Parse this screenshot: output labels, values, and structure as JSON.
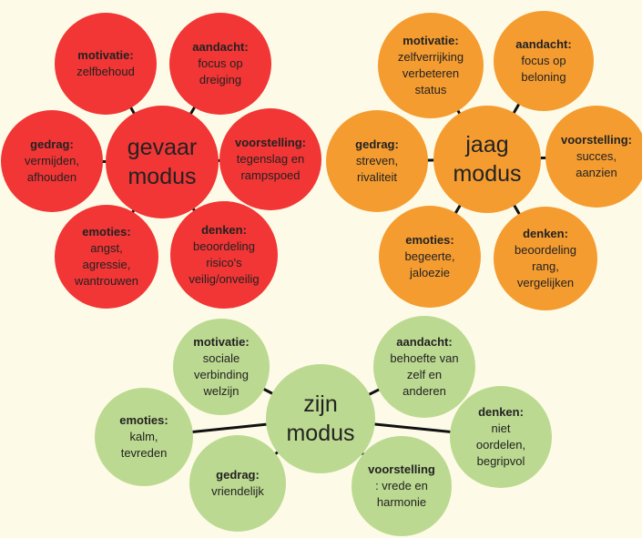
{
  "colors": {
    "background": "#fdfbe7",
    "gevaar": "#f23535",
    "jaag": "#f59c30",
    "zijn": "#bcd991",
    "line": "#111111"
  },
  "gevaar": {
    "center": "gevaar\nmodus",
    "motivatie": {
      "label": "motivatie:",
      "text": "zelfbehoud"
    },
    "aandacht": {
      "label": "aandacht:",
      "text": "focus op\ndreiging"
    },
    "voorstelling": {
      "label": "voorstelling:",
      "text": "tegenslag en\nrampspoed"
    },
    "denken": {
      "label": "denken:",
      "text": "beoordeling\nrisico's\nveilig/onveilig"
    },
    "emoties": {
      "label": "emoties:",
      "text": "angst,\nagressie,\nwantrouwen"
    },
    "gedrag": {
      "label": "gedrag:",
      "text": "vermijden,\nafhouden"
    }
  },
  "jaag": {
    "center": "jaag\nmodus",
    "motivatie": {
      "label": "motivatie:",
      "text": "zelfverrijking\nverbeteren\nstatus"
    },
    "aandacht": {
      "label": "aandacht:",
      "text": "focus op\nbeloning"
    },
    "voorstelling": {
      "label": "voorstelling:",
      "text": "succes,\naanzien"
    },
    "denken": {
      "label": "denken:",
      "text": "beoordeling\nrang,\nvergelijken"
    },
    "emoties": {
      "label": "emoties:",
      "text": "begeerte,\njaloezie"
    },
    "gedrag": {
      "label": "gedrag:",
      "text": "streven,\nrivaliteit"
    }
  },
  "zijn": {
    "center": "zijn\nmodus",
    "motivatie": {
      "label": "motivatie:",
      "text": "sociale\nverbinding\nwelzijn"
    },
    "aandacht": {
      "label": "aandacht:",
      "text": "behoefte van\nzelf en\nanderen"
    },
    "denken": {
      "label": "denken:",
      "text": "niet\noordelen,\nbegripvol"
    },
    "voorstelling": {
      "label": "voorstelling",
      "text": ": vrede en\nharmonie"
    },
    "gedrag": {
      "label": "gedrag:",
      "text": "vriendelijk"
    },
    "emoties": {
      "label": "emoties:",
      "text": "kalm,\ntevreden"
    }
  }
}
